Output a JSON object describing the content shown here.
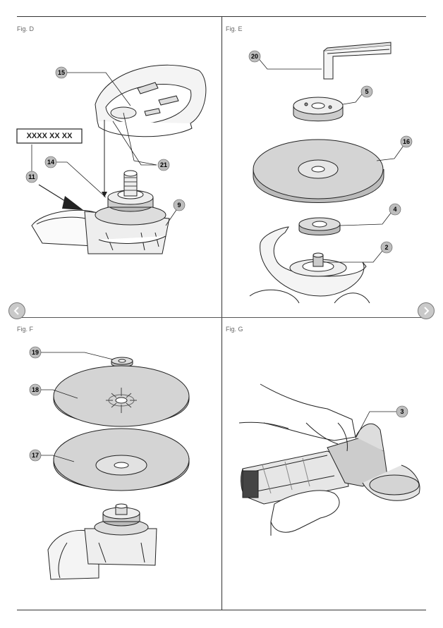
{
  "figures": {
    "d": {
      "label": "Fig. D",
      "code_box": "XXXX XX XX",
      "callouts": [
        "15",
        "14",
        "11",
        "21",
        "9"
      ]
    },
    "e": {
      "label": "Fig. E",
      "callouts": [
        "20",
        "5",
        "16",
        "4",
        "2"
      ]
    },
    "f": {
      "label": "Fig. F",
      "callouts": [
        "19",
        "18",
        "17"
      ]
    },
    "g": {
      "label": "Fig. G",
      "callouts": [
        "3"
      ]
    }
  },
  "nav": {
    "prev_icon": "chevron-left-icon",
    "next_icon": "chevron-right-icon"
  },
  "colors": {
    "callout_fill": "#bdbdbd",
    "nav_fill": "#c9c9c9",
    "disc_fill": "#d4d4d4",
    "line": "#222222"
  }
}
